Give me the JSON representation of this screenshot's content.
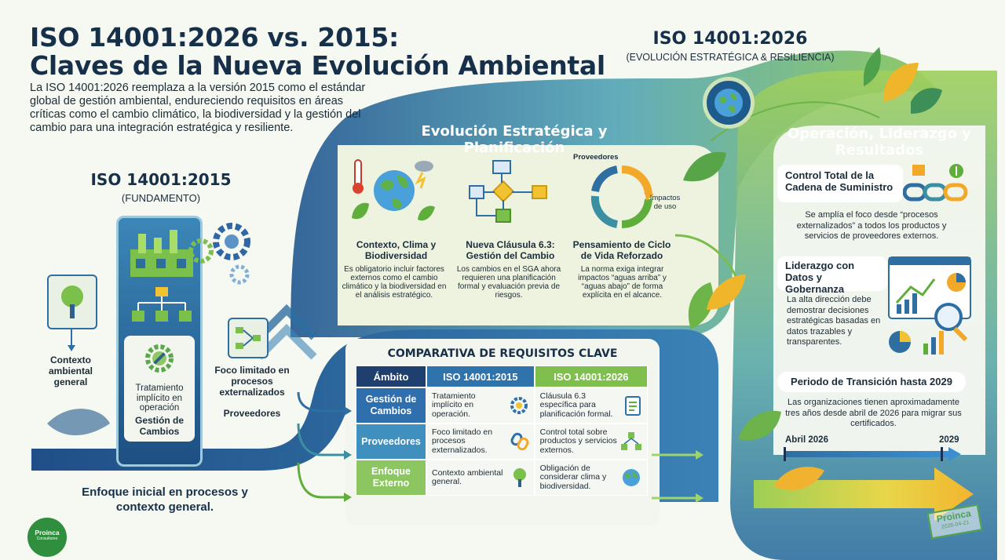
{
  "title_line1": "ISO 14001:2026 vs. 2015:",
  "title_line2": "Claves de la Nueva Evolución Ambiental",
  "intro": "La ISO 14001:2026 reemplaza a la versión 2015 como el estándar global de gestión ambiental, endureciendo requisitos en áreas críticas como el cambio climático, la biodiversidad y la gestión del cambio para una integración estratégica y resiliente.",
  "right_header": {
    "title": "ISO 14001:2026",
    "subtitle": "(EVOLUCIÓN ESTRATÉGICA & RESILIENCIA)"
  },
  "left": {
    "title": "ISO 14001:2015",
    "subtitle": "(FUNDAMENTO)",
    "ctx_label": "Contexto ambiental general",
    "treatment_label": "Tratamiento implícito en operación",
    "change_label": "Gestión de Cambios",
    "focus_label": "Foco limitado en procesos externalizados",
    "suppliers_label": "Proveedores",
    "bottom": "Enfoque inicial en procesos y contexto general."
  },
  "strategic": {
    "heading": "Evolución Estratégica y Planificación",
    "items": [
      {
        "title": "Contexto, Clima y Biodiversidad",
        "desc": "Es obligatorio incluir factores externos como el cambio climático y la biodiversidad en el análisis estratégico."
      },
      {
        "title": "Nueva Cláusula 6.3: Gestión del Cambio",
        "desc": "Los cambios en el SGA ahora requieren una planificación formal y evaluación previa de riesgos."
      },
      {
        "title": "Pensamiento de Ciclo de Vida Reforzado",
        "desc": "La norma exiga integrar impactos “aguas arriba” y “aguas abajo” de forma explícita en el alcance."
      }
    ],
    "lifecycle_top": "Proveedores",
    "lifecycle_right": "Impactos de uso"
  },
  "comparison": {
    "heading": "COMPARATIVA DE REQUISITOS CLAVE",
    "headers": [
      "Ámbito",
      "ISO 14001:2015",
      "ISO 14001:2026"
    ],
    "rows": [
      {
        "scope": "Gestión de Cambios",
        "v2015": "Tratamiento implícito en operación.",
        "v2026": "Cláusula 6.3 específica para planificación formal."
      },
      {
        "scope": "Proveedores",
        "v2015": "Foco limitado en procesos externalizados.",
        "v2026": "Control total sobre productos y servicios externos."
      },
      {
        "scope": "Enfoque Externo",
        "v2015": "Contexto ambiental general.",
        "v2026": "Obligación de considerar clima y biodiversidad."
      }
    ]
  },
  "operation": {
    "heading": "Operación, Liderazgo y Resultados",
    "supply_title": "Control Total de la Cadena de Suministro",
    "supply_desc": "Se amplía el foco desde “procesos externalizados” a todos los productos y servicios de proveedores externos.",
    "lead_title": "Liderazgo con Datos y Gobernanza",
    "lead_desc": "La alta dirección debe demostrar decisiones estratégicas basadas en datos trazables y transparentes.",
    "transition_title": "Periodo de Transición hasta 2029",
    "transition_desc": "Las organizaciones tienen aproximadamente tres años desde abril de 2026 para migrar sus certificados.",
    "timeline_start": "Abril 2026",
    "timeline_end": "2029"
  },
  "logo": {
    "name": "Proinca",
    "sub": "Consultores"
  },
  "stamp": {
    "name": "Proinca",
    "date": "2026-04-21"
  },
  "colors": {
    "navy": "#17304a",
    "blue": "#2f66a6",
    "green": "#5fae3c",
    "lightgreen": "#b9d77e",
    "teal": "#3b8fa3",
    "yellow": "#f2c230"
  }
}
